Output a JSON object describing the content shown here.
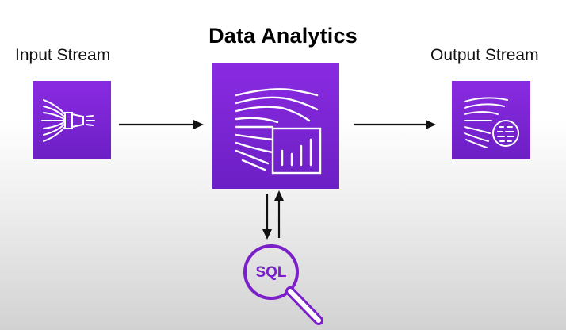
{
  "diagram": {
    "title": "Data Analytics",
    "input_label": "Input Stream",
    "output_label": "Output Stream",
    "query_label": "SQL",
    "colors": {
      "tile": "#7b26d4",
      "icon_stroke": "#ffffff",
      "arrow": "#111111",
      "sql_accent": "#7a1fc9"
    },
    "icons": {
      "input": "stream-ingest-icon",
      "center": "analytics-chart-icon",
      "output": "stream-output-icon",
      "query": "magnifier-sql-icon"
    }
  }
}
